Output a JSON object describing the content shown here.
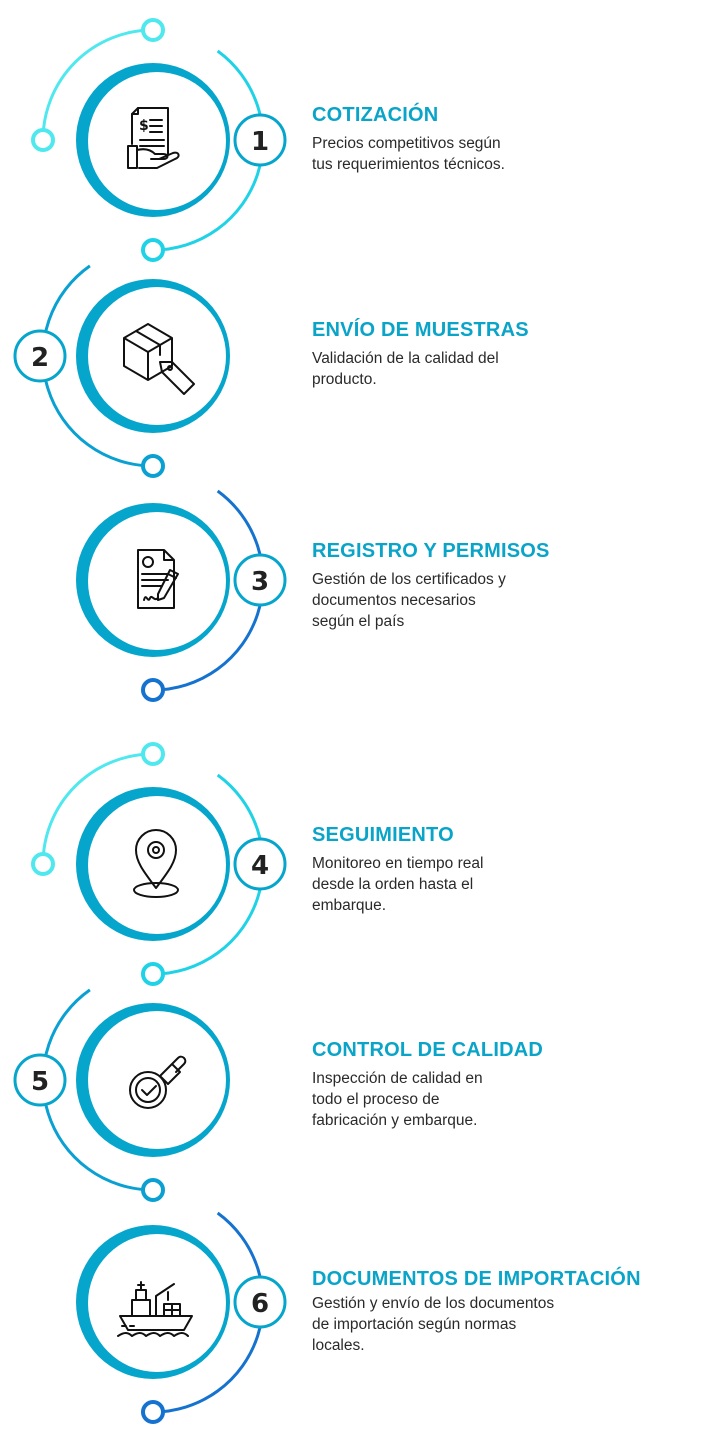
{
  "colors": {
    "title": "#0aa4c8",
    "ring": "#05a5cc",
    "cyan": "#4ee8ee",
    "cyan2": "#1fd2e6",
    "mid": "#0aa0d2",
    "blue": "#1573cf"
  },
  "steps": [
    {
      "number": "1",
      "title": "COTIZACIÓN",
      "description": "Precios competitivos según\ntus requerimientos técnicos.",
      "icon": "quote-invoice-icon"
    },
    {
      "number": "2",
      "title": "ENVÍO DE MUESTRAS",
      "description": "Validación de la calidad del\nproducto.",
      "icon": "package-tag-icon"
    },
    {
      "number": "3",
      "title": "REGISTRO Y PERMISOS",
      "description": "Gestión de los certificados y\ndocumentos necesarios\nsegún el país",
      "icon": "signed-document-icon"
    },
    {
      "number": "4",
      "title": "SEGUIMIENTO",
      "description": "Monitoreo en tiempo real\ndesde la orden  hasta el\nembarque.",
      "icon": "location-pin-icon"
    },
    {
      "number": "5",
      "title": "CONTROL DE CALIDAD",
      "description": "Inspección de calidad en\ntodo el proceso de\nfabricación y embarque.",
      "icon": "approval-stamp-icon"
    },
    {
      "number": "6",
      "title": "DOCUMENTOS DE IMPORTACIÓN",
      "description": "Gestión y envío de los documentos\nde importación según normas\nlocales.",
      "icon": "cargo-ship-icon"
    }
  ]
}
